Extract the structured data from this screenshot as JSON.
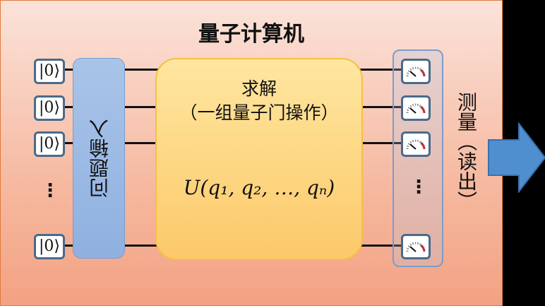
{
  "title": "量子计算机",
  "input_state": "|0⟩",
  "input_box": "问题输入",
  "solve": {
    "line1": "求解",
    "line2": "（一组量子门操作）",
    "formula": "U(q₁, q₂, …, qₙ)"
  },
  "ellipsis": "⋮",
  "measure_label": "测量（读出）",
  "colors": {
    "frame": "#f3a283",
    "input": "#a9c4e8",
    "solve": "#fcc96a",
    "arrow": "#4f8fd0"
  }
}
